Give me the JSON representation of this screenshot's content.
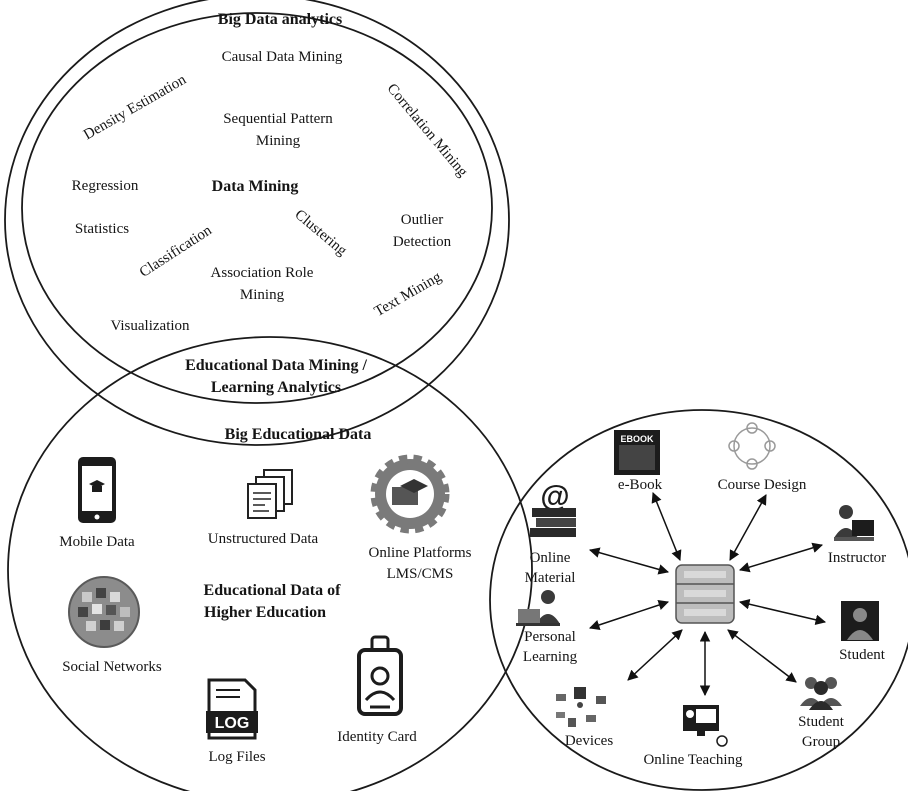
{
  "big_data_analytics": {
    "title": "Big Data analytics",
    "items": {
      "causal": "Causal Data Mining",
      "density": "Density Estimation",
      "sequential": [
        "Sequential Pattern",
        "Mining"
      ],
      "correlation": "Correlation Mining",
      "regression": "Regression",
      "statistics": "Statistics",
      "classification": "Classification",
      "clustering": "Clustering",
      "outlier": [
        "Outlier",
        "Detection"
      ],
      "association": [
        "Association Role",
        "Mining"
      ],
      "text_mining": "Text Mining",
      "visualization": "Visualization"
    }
  },
  "data_mining": {
    "title": "Data Mining"
  },
  "edm": {
    "title": [
      "Educational Data Mining /",
      "Learning Analytics"
    ]
  },
  "big_educational_data": {
    "title": "Big Educational Data",
    "center": [
      "Educational Data of",
      "Higher Education"
    ],
    "items": {
      "mobile": "Mobile Data",
      "unstructured": "Unstructured Data",
      "online_platforms": [
        "Online Platforms",
        "LMS/CMS"
      ],
      "social": "Social Networks",
      "log": "Log Files",
      "log_badge": "LOG",
      "identity": "Identity Card"
    }
  },
  "learning_circle": {
    "items": {
      "ebook": "e-Book",
      "ebook_badge": "EBOOK",
      "course_design": "Course Design",
      "online_material": [
        "Online",
        "Material"
      ],
      "instructor": "Instructor",
      "personal_learning": [
        "Personal",
        "Learning"
      ],
      "student": "Student",
      "devices": "Devices",
      "online_teaching": "Online Teaching",
      "student_group": [
        "Student",
        "Group"
      ]
    }
  }
}
